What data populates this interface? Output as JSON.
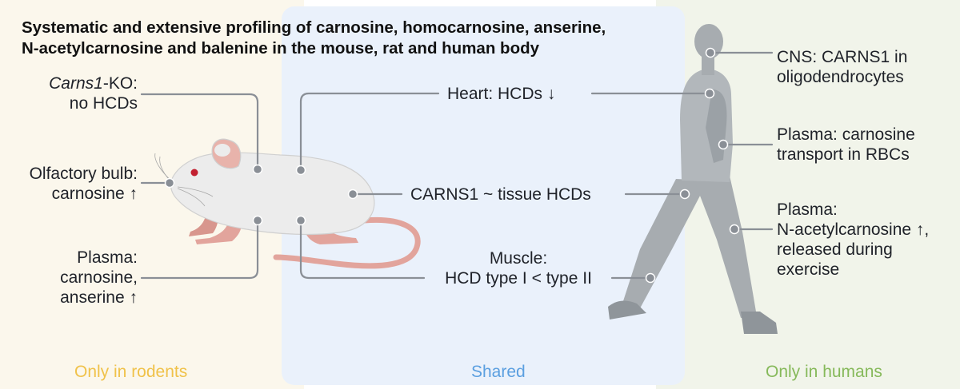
{
  "title": {
    "line1": "Systematic and extensive profiling of carnosine, homocarnosine, anserine,",
    "line2": "N-acetylcarnosine and balenine in the mouse, rat and human body"
  },
  "regions": {
    "rodents": {
      "label": "Only in rodents",
      "color": "#f0c24a",
      "bg": "#fbf7ec"
    },
    "shared": {
      "label": "Shared",
      "color": "#5b9fe0",
      "bg": "#eaf1fb"
    },
    "humans": {
      "label": "Only in humans",
      "color": "#86b95a",
      "bg": "#f1f4ea"
    }
  },
  "rodent_labels": {
    "carns1_ko": {
      "gene": "Carns1",
      "suffix": "-KO:",
      "line2": "no HCDs"
    },
    "olfactory": {
      "line1": "Olfactory bulb:",
      "line2": "carnosine ↑"
    },
    "plasma": {
      "line1": "Plasma:",
      "line2": "carnosine,",
      "line3": "anserine ↑"
    }
  },
  "shared_labels": {
    "heart": "Heart: HCDs ↓",
    "carns1": "CARNS1 ~ tissue HCDs",
    "muscle": {
      "line1": "Muscle:",
      "line2": "HCD type I < type II"
    }
  },
  "human_labels": {
    "cns": {
      "line1": "CNS: CARNS1 in",
      "line2": "oligodendrocytes"
    },
    "plasma_transport": {
      "line1": "Plasma: carnosine",
      "line2": "transport in RBCs"
    },
    "plasma_nac": {
      "line1": "Plasma:",
      "line2": "N-acetylcarnosine ↑,",
      "line3": "released during",
      "line4": "exercise"
    }
  },
  "colors": {
    "connector": "#8a8f96",
    "text": "#1f2229",
    "mouse_body": "#ececec",
    "mouse_pink": "#e2a49c",
    "human": "#a7acb0"
  }
}
